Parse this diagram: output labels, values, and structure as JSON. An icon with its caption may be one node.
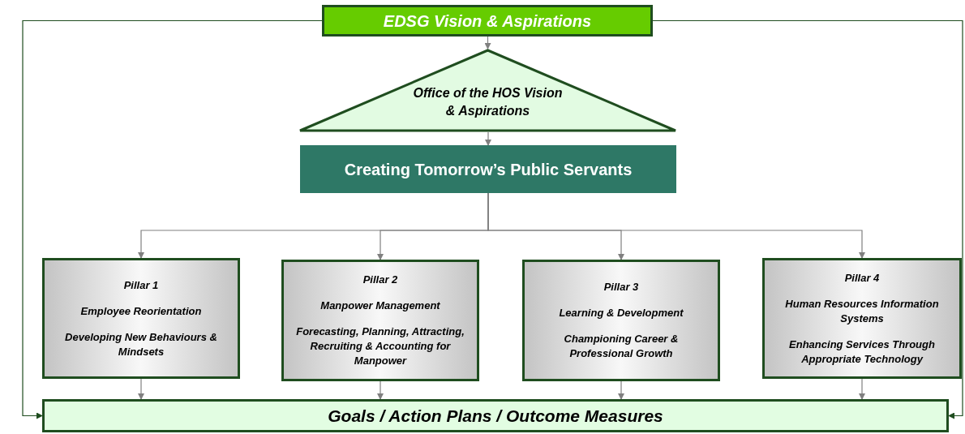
{
  "diagram": {
    "nodes": [
      {
        "text": [
          "EDSG Vision & Aspirations"
        ]
      },
      {
        "text": [
          "Office of the HOS Vision & Aspirations"
        ]
      },
      {
        "text": [
          "Creating Tomorrow’s Public Servants"
        ]
      },
      {
        "text": [
          "Pillar 1",
          "Employee Reorientation",
          "Developing New Behaviours & Mindsets"
        ]
      },
      {
        "text": [
          "Pillar 2",
          "Manpower Management",
          "Forecasting, Planning, Attracting, Recruiting & Accounting for Manpower"
        ]
      },
      {
        "text": [
          "Pillar 3",
          "Learning & Development",
          "Championing Career & Professional Growth"
        ]
      },
      {
        "text": [
          "Pillar 4",
          "Human Resources Information Systems",
          "Enhancing Services Through Appropriate Technology"
        ]
      },
      {
        "text": [
          "Goals / Action Plans / Outcome Measures"
        ]
      }
    ],
    "edges": [
      {
        "from": 0,
        "to": 1,
        "arrow": "to"
      },
      {
        "from": 1,
        "to": 2,
        "arrow": "to"
      },
      {
        "from": 2,
        "to": 3,
        "arrow": "to"
      },
      {
        "from": 2,
        "to": 4,
        "arrow": "to"
      },
      {
        "from": 2,
        "to": 5,
        "arrow": "to"
      },
      {
        "from": 2,
        "to": 6,
        "arrow": "to"
      },
      {
        "from": 3,
        "to": 7,
        "arrow": "to"
      },
      {
        "from": 4,
        "to": 7,
        "arrow": "to"
      },
      {
        "from": 5,
        "to": 7,
        "arrow": "to"
      },
      {
        "from": 6,
        "to": 7,
        "arrow": "to"
      },
      {
        "from": 0,
        "to": 7,
        "arrow": "to",
        "color": "#1f4d1f"
      },
      {
        "from": 0,
        "to": 7,
        "arrow": "to",
        "color": "#1f4d1f"
      }
    ]
  }
}
